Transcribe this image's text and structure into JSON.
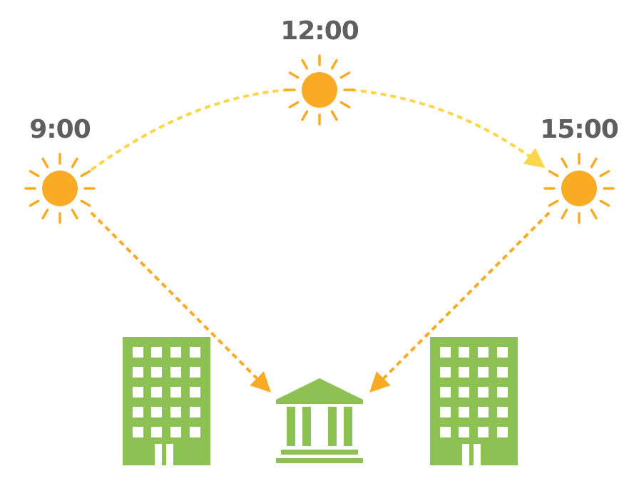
{
  "labels": {
    "morning": "9:00",
    "noon": "12:00",
    "afternoon": "15:00"
  },
  "colors": {
    "sun": "#f9ab25",
    "sun_path": "#fbd64a",
    "sun_ray_path": "#f9ab25",
    "building": "#8ec153",
    "window": "#ffffff",
    "label": "#5f5f5f"
  },
  "icons": {
    "sun": "sun-icon",
    "office_building": "office-building-icon",
    "bank": "bank-icon"
  }
}
